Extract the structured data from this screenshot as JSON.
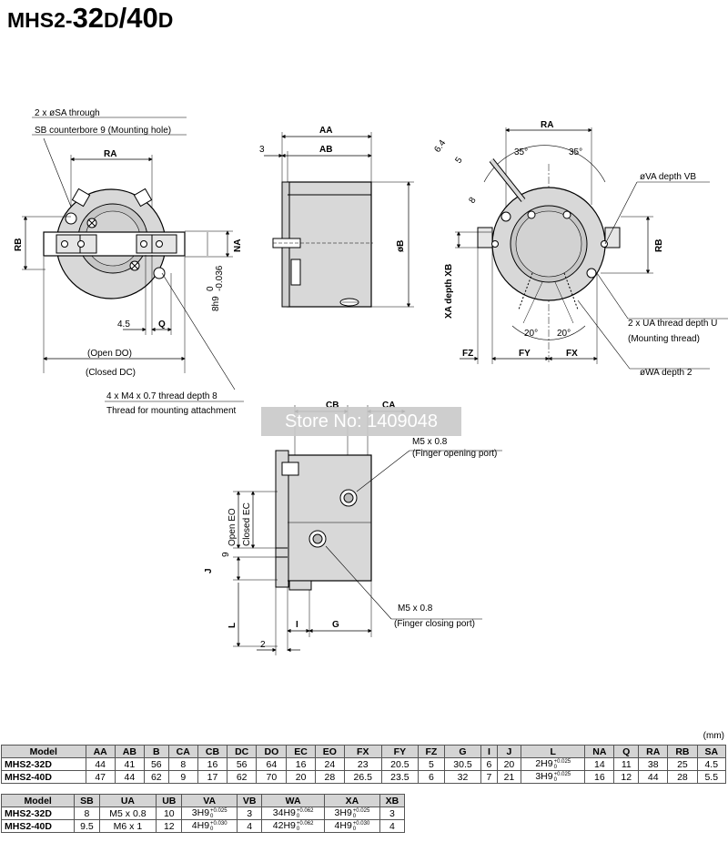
{
  "title": {
    "prefix": "MHS2-",
    "main": "32",
    "d1": "D",
    "sep": "/",
    "main2": "40",
    "d2": "D"
  },
  "watermark": "Store No: 1409048",
  "unit": "(mm)",
  "labels": {
    "sa_note": "2 x øSA through",
    "sb_note": "SB counterbore 9 (Mounting hole)",
    "ra": "RA",
    "rb": "RB",
    "na": "NA",
    "h": "8h9",
    "h_up": "0",
    "h_lo": "-0.036",
    "d45": "4.5",
    "q": "Q",
    "do": "(Open DO)",
    "dc": "(Closed DC)",
    "m4_note": "4 x M4 x 0.7 thread depth 8",
    "m4_note2": "Thread for mounting attachment",
    "aa": "AA",
    "ab": "AB",
    "three": "3",
    "b": "øB",
    "ra2": "RA",
    "d64": "6.4",
    "five": "5",
    "eight": "8",
    "deg35a": "35°",
    "deg35b": "35°",
    "va": "øVA  depth VB",
    "rb2": "RB",
    "xa": "XA  depth XB",
    "ua": "2 x UA  thread depth U",
    "ua2": "(Mounting thread)",
    "deg20a": "20°",
    "deg20b": "20°",
    "fz": "FZ",
    "fy": "FY",
    "fx": "FX",
    "wa": "øWA  depth 2",
    "cb": "CB",
    "ca": "CA",
    "m5a": "M5 x 0.8",
    "m5a2": "(Finger opening port)",
    "eo": "Open EO",
    "ec": "Closed EC",
    "nine": "9",
    "j": "J",
    "m5b": "M5 x 0.8",
    "m5b2": "(Finger closing port)",
    "l": "L",
    "i": "I",
    "g": "G",
    "two": "2"
  },
  "table1": {
    "headers": [
      "Model",
      "AA",
      "AB",
      "B",
      "CA",
      "CB",
      "DC",
      "DO",
      "EC",
      "EO",
      "FX",
      "FY",
      "FZ",
      "G",
      "I",
      "J",
      "L",
      "NA",
      "Q",
      "RA",
      "RB",
      "SA"
    ],
    "rows": [
      [
        "MHS2-32D",
        "44",
        "41",
        "56",
        "8",
        "16",
        "56",
        "64",
        "16",
        "24",
        "23",
        "20.5",
        "5",
        "30.5",
        "6",
        "20",
        "2H9",
        "14",
        "11",
        "38",
        "25",
        "4.5"
      ],
      [
        "MHS2-40D",
        "47",
        "44",
        "62",
        "9",
        "17",
        "62",
        "70",
        "20",
        "28",
        "26.5",
        "23.5",
        "6",
        "32",
        "7",
        "21",
        "3H9",
        "16",
        "12",
        "44",
        "28",
        "5.5"
      ]
    ],
    "tol": [
      "+0.025 / 0",
      "+0.025 / 0"
    ]
  },
  "table2": {
    "headers": [
      "Model",
      "SB",
      "UA",
      "UB",
      "VA",
      "VB",
      "WA",
      "XA",
      "XB"
    ],
    "rows": [
      [
        "MHS2-32D",
        "8",
        "M5 x 0.8",
        "10",
        "3H9",
        "3",
        "34H9",
        "3H9",
        "3"
      ],
      [
        "MHS2-40D",
        "9.5",
        "M6 x 1",
        "12",
        "4H9",
        "4",
        "42H9",
        "4H9",
        "4"
      ]
    ],
    "tol": [
      [
        "+0.025 / 0",
        "+0.062 / 0",
        "+0.025 / 0"
      ],
      [
        "+0.030 / 0",
        "+0.062 / 0",
        "+0.030 / 0"
      ]
    ]
  }
}
